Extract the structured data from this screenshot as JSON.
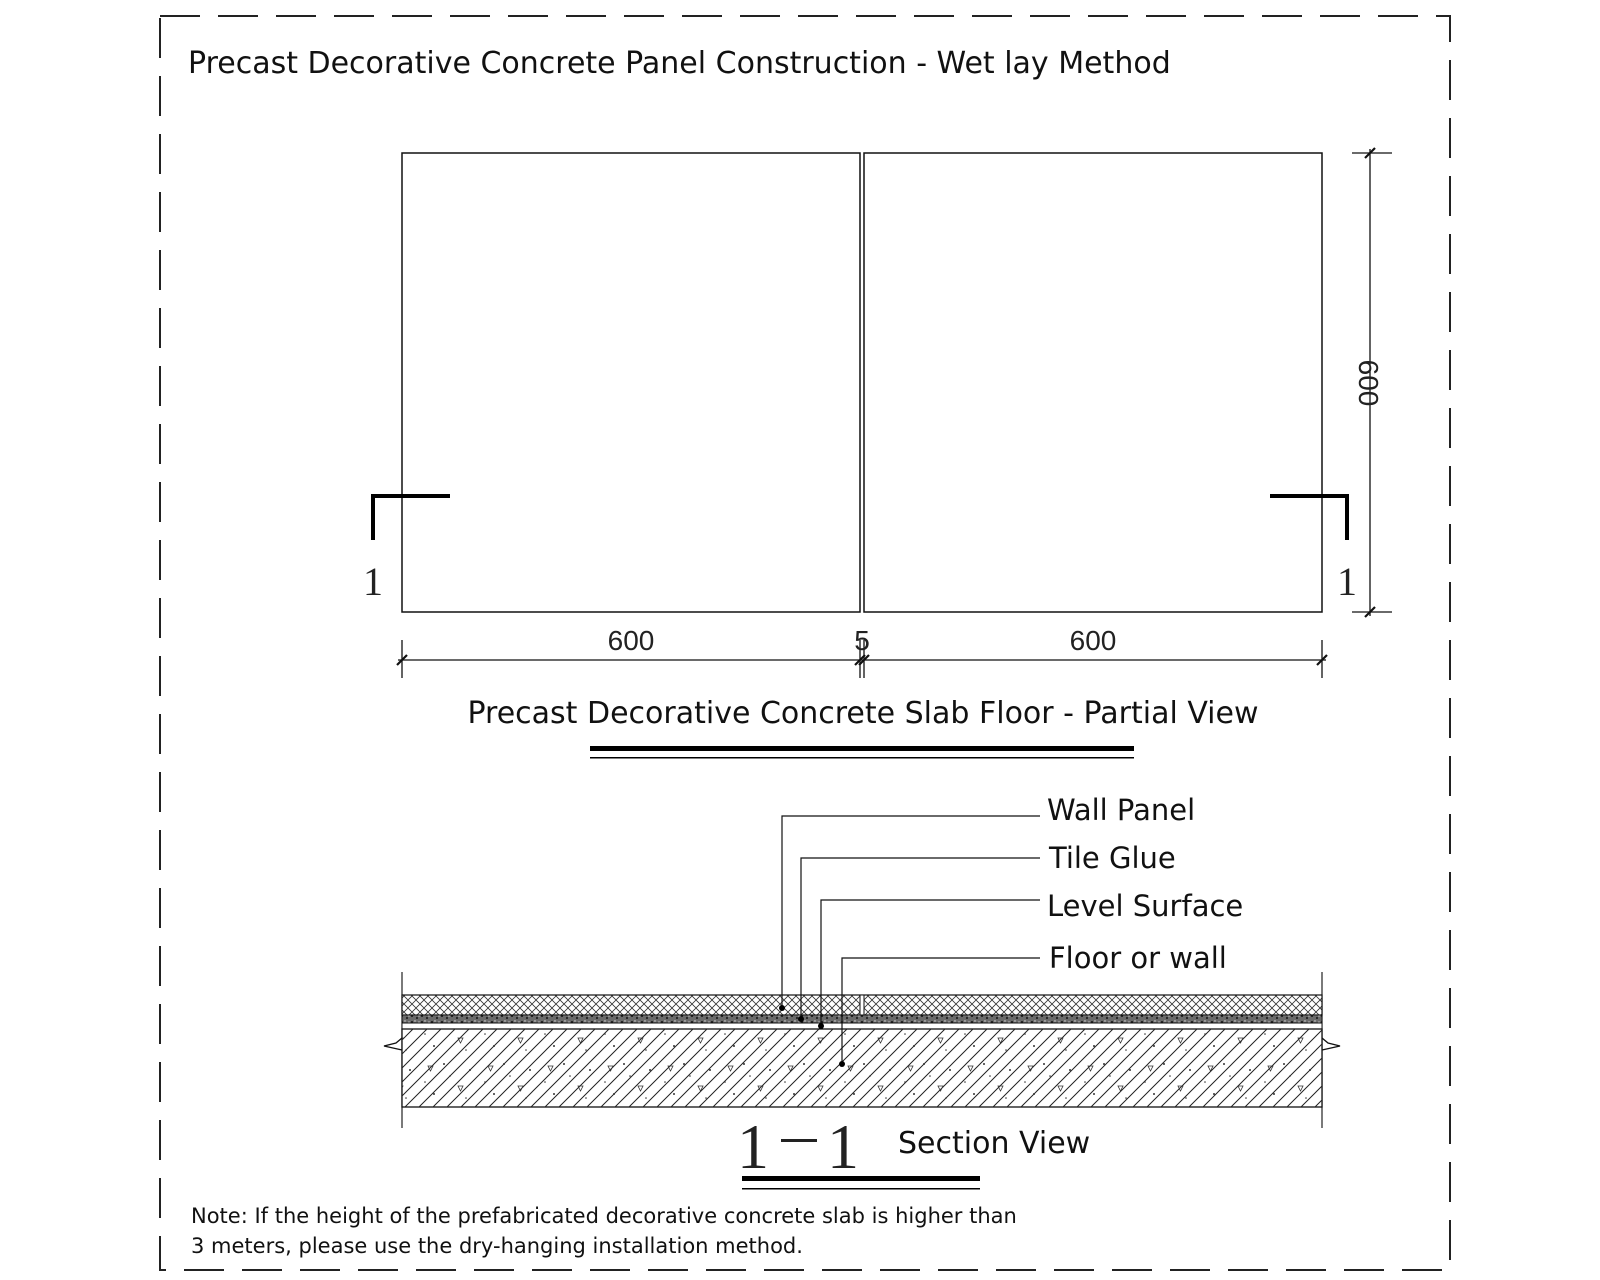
{
  "title": "Precast Decorative Concrete Panel Construction - Wet lay Method",
  "plan": {
    "caption": "Precast Decorative Concrete Slab Floor - Partial View",
    "dimensions": {
      "left_panel_width": "600",
      "joint_width": "5",
      "right_panel_width": "600",
      "panel_height": "600"
    },
    "section_mark_left": "1",
    "section_mark_right": "1"
  },
  "section": {
    "labels": {
      "wall_panel": "Wall Panel",
      "tile_glue": "Tile Glue",
      "level_surface": "Level Surface",
      "floor_or_wall": "Floor or wall"
    },
    "mark_start": "1",
    "mark_dash": "—",
    "mark_end": "1",
    "caption": "Section View"
  },
  "note": {
    "line1": "Note: If the height of the prefabricated decorative concrete slab is higher than",
    "line2": "3 meters, please use the dry-hanging installation method."
  }
}
